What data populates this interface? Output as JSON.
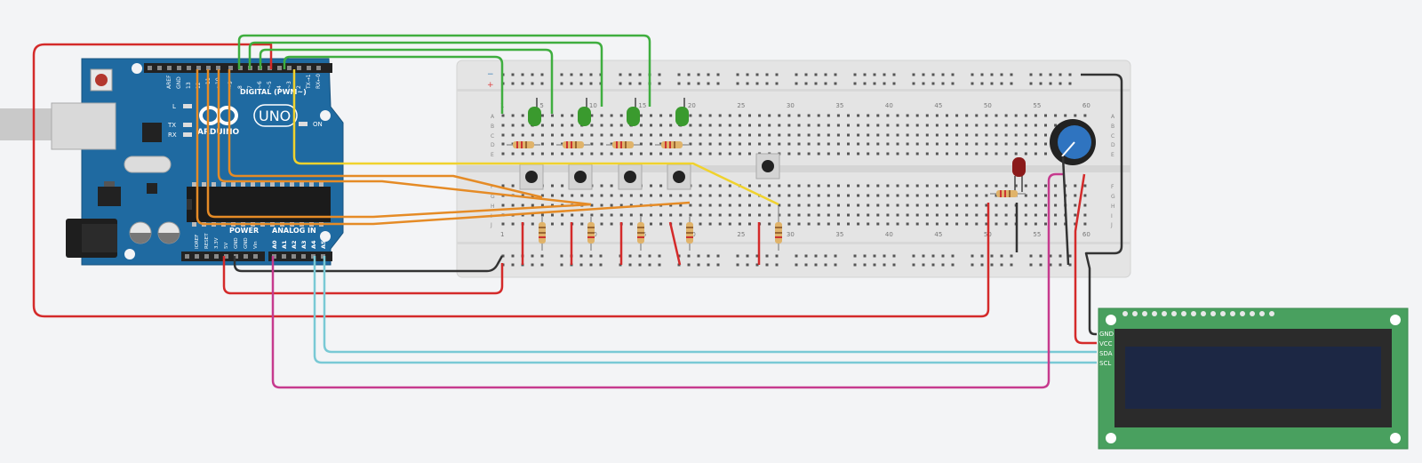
{
  "arduino": {
    "brand": "ARDUINO",
    "model": "UNO",
    "digital_label": "DIGITAL (PWM~)",
    "power_label": "POWER",
    "analog_label": "ANALOG IN",
    "on_label": "ON",
    "led_labels": [
      "L",
      "TX",
      "RX"
    ],
    "digital_pins": [
      "AREF",
      "GND",
      "13",
      "12",
      "~11",
      "~10",
      "~9",
      "8",
      "7",
      "~6",
      "~5",
      "4",
      "~3",
      "2",
      "TX→1",
      "RX←0"
    ],
    "power_pins": [
      "IOREF",
      "RESET",
      "3.3V",
      "5V",
      "GND",
      "GND",
      "Vin"
    ],
    "analog_pins": [
      "A0",
      "A1",
      "A2",
      "A3",
      "A4",
      "A5"
    ]
  },
  "breadboard": {
    "top_numbers": [
      "1",
      "5",
      "10",
      "15",
      "20",
      "25",
      "30",
      "35",
      "40",
      "45",
      "50",
      "55",
      "60"
    ],
    "bottom_numbers": [
      "1",
      "5",
      "10",
      "15",
      "20",
      "25",
      "30",
      "35",
      "40",
      "45",
      "50",
      "55",
      "60"
    ],
    "rows_top": [
      "A",
      "B",
      "C",
      "D",
      "E"
    ],
    "rows_bottom": [
      "F",
      "G",
      "H",
      "I",
      "J"
    ],
    "rail_minus": "−",
    "rail_plus": "+"
  },
  "lcd": {
    "pins": [
      "GND",
      "VCC",
      "SDA",
      "SCL"
    ]
  },
  "colors": {
    "background": "#f3f4f6",
    "arduino_board": "#1f6aa1",
    "breadboard": "#e6e6e6",
    "lcd_pcb": "#49a05f",
    "lcd_screen": "#1c2744",
    "wire_red": "#d42a2a",
    "wire_green": "#3fae3f",
    "wire_orange": "#e58b26",
    "wire_yellow": "#f0d22d",
    "wire_cyan": "#79c9d5",
    "wire_magenta": "#c63a8e",
    "wire_black": "#333333",
    "led_green": "#3a9a2e",
    "led_red": "#8b1a1a",
    "potentiometer": "#2f74c0"
  }
}
